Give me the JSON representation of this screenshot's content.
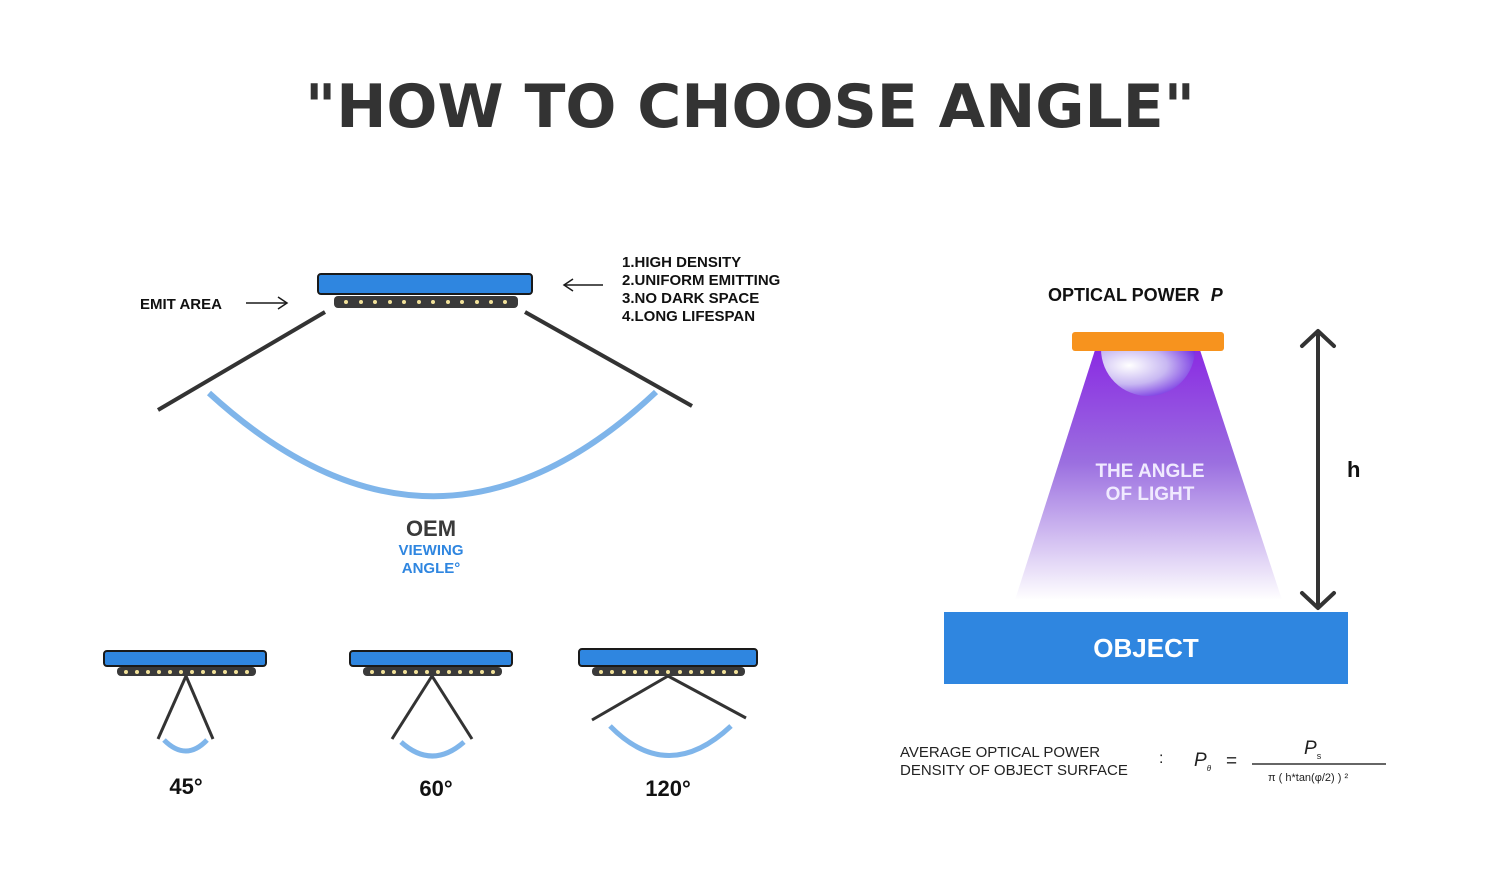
{
  "title": "\"HOW TO CHOOSE ANGLE\"",
  "colors": {
    "accent_blue": "#2f86e0",
    "arc_blue": "#7fb5ea",
    "dark": "#333333",
    "orange": "#f7931e",
    "purple": "#8a2be2"
  },
  "main_diagram": {
    "emit_area_label": "EMIT AREA",
    "features": [
      "1.HIGH DENSITY",
      "2.UNIFORM EMITTING",
      "3.NO DARK SPACE",
      "4.LONG LIFESPAN"
    ],
    "oem_label": "OEM",
    "viewing_angle_line1": "VIEWING",
    "viewing_angle_line2": "ANGLE°"
  },
  "angle_examples": [
    {
      "label": "45°",
      "degrees": 45
    },
    {
      "label": "60°",
      "degrees": 60
    },
    {
      "label": "120°",
      "degrees": 120
    }
  ],
  "optical": {
    "label": "OPTICAL POWER",
    "symbol": "P",
    "cone_line1": "THE ANGLE",
    "cone_line2": "OF LIGHT",
    "height_label": "h",
    "object_label": "OBJECT"
  },
  "formula": {
    "description_line1": "AVERAGE OPTICAL POWER",
    "description_line2": "DENSITY OF OBJECT SURFACE",
    "colon": ":",
    "lhs": "P",
    "lhs_sub": "θ",
    "equals": "=",
    "numerator": "P",
    "numerator_sub": "s",
    "denominator": "π ( h*tan(φ/2) ) ²"
  }
}
